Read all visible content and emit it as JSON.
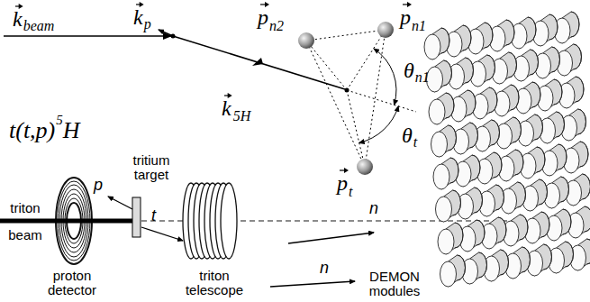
{
  "diagram": {
    "labels": [
      "k",
      "beam",
      "k",
      "p",
      "p",
      "n2",
      "p",
      "n1",
      "θ",
      "n1",
      "k",
      "5H",
      "θ",
      "t",
      "p",
      "t",
      "t(t,p)",
      "5",
      "H",
      "p",
      "tritium target",
      "t",
      "triton beam",
      "proton detector",
      "triton telescope",
      "n",
      "n",
      "DEMON modules"
    ]
  }
}
